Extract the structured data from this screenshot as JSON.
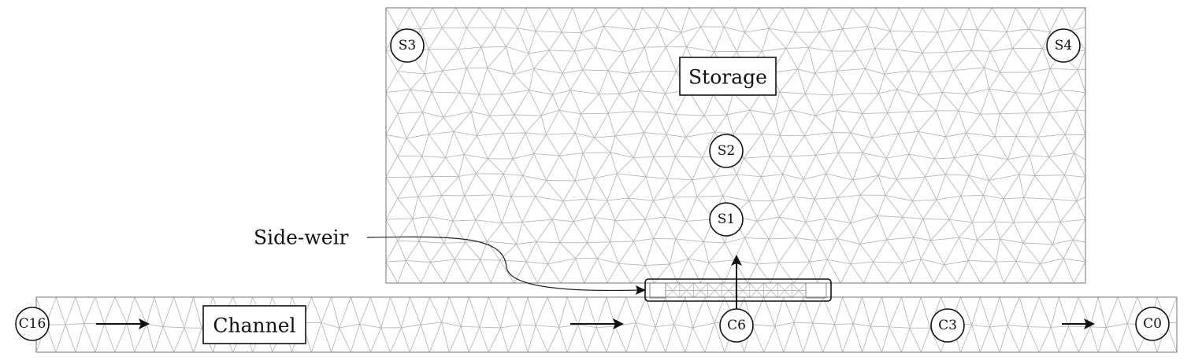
{
  "regions": {
    "storage_label": "Storage",
    "channel_label": "Channel",
    "side_weir_label": "Side-weir"
  },
  "storage_nodes": [
    "S1",
    "S2",
    "S3",
    "S4"
  ],
  "channel_nodes": [
    "C16",
    "C6",
    "C3",
    "C0"
  ],
  "colors": {
    "mesh": "#b8b8b8",
    "outline": "#8a8a8a",
    "ink": "#111111"
  }
}
